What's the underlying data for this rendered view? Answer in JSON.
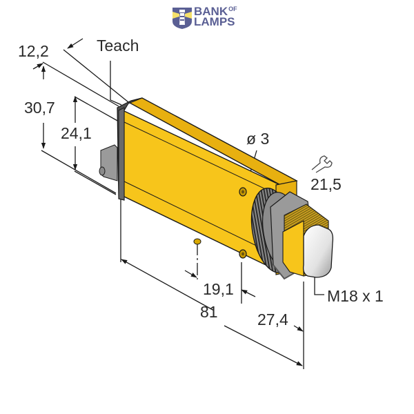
{
  "logo": {
    "line1": "BANK",
    "of": "OF",
    "line2": "LAMPS",
    "color": "#5a5f94",
    "accent": "#f5e06a"
  },
  "colors": {
    "housing": "#f7c51b",
    "housing_dark": "#e0a800",
    "end_cap": "#505050",
    "nut": "#7a7a7a",
    "lens": "#e6e6e6",
    "line": "#1a1a1a"
  },
  "dimensions": {
    "width_top": "12,2",
    "teach_label": "Teach",
    "height_total": "30,7",
    "height_body": "24,1",
    "hole_diameter": "ø 3",
    "wrench_size": "21,5",
    "hole_offset": "19,1",
    "length_total": "81",
    "connector_length": "27,4",
    "thread": "M18 x 1"
  }
}
